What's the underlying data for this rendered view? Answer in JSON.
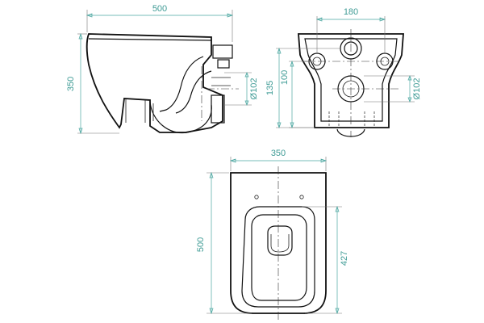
{
  "colors": {
    "dimension": "#3e9b95",
    "outline": "#111111"
  },
  "side_view": {
    "width": "500",
    "height": "350",
    "pipe_diameter": "Ø102"
  },
  "rear_view": {
    "width": "180",
    "height_upper": "135",
    "height_lower": "100",
    "pipe_diameter": "Ø102"
  },
  "top_view": {
    "width": "350",
    "length": "500",
    "bowl_length": "427"
  }
}
